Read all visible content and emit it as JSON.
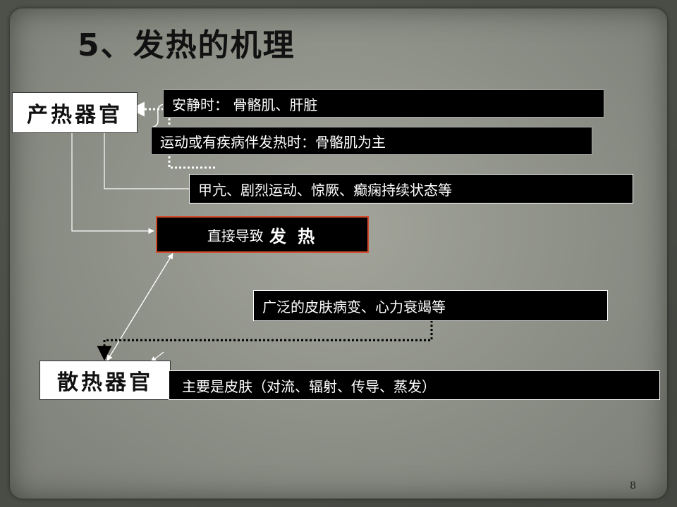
{
  "slide": {
    "title": "5、发热的机理",
    "page_number": "8"
  },
  "diagram": {
    "heat_production_organ": "产热器官",
    "heat_dissipation_organ": "散热器官",
    "at_rest": "安静时：  骨骼肌、肝脏",
    "exercise_or_fever": "运动或有疾病伴发热时：骨骼肌为主",
    "causes_production": "甲亢、剧烈运动、惊厥、癫痫持续状态等",
    "outcome_prefix": "直接导致",
    "outcome_emphasis": "发 热",
    "causes_dissipation": "广泛的皮肤病变、心力衰竭等",
    "dissipation_main": "主要是皮肤（对流、辐射、传导、蒸发）"
  },
  "colors": {
    "outcome_border": "#d24a2a",
    "bar_background": "#000000",
    "label_background": "#ffffff"
  }
}
